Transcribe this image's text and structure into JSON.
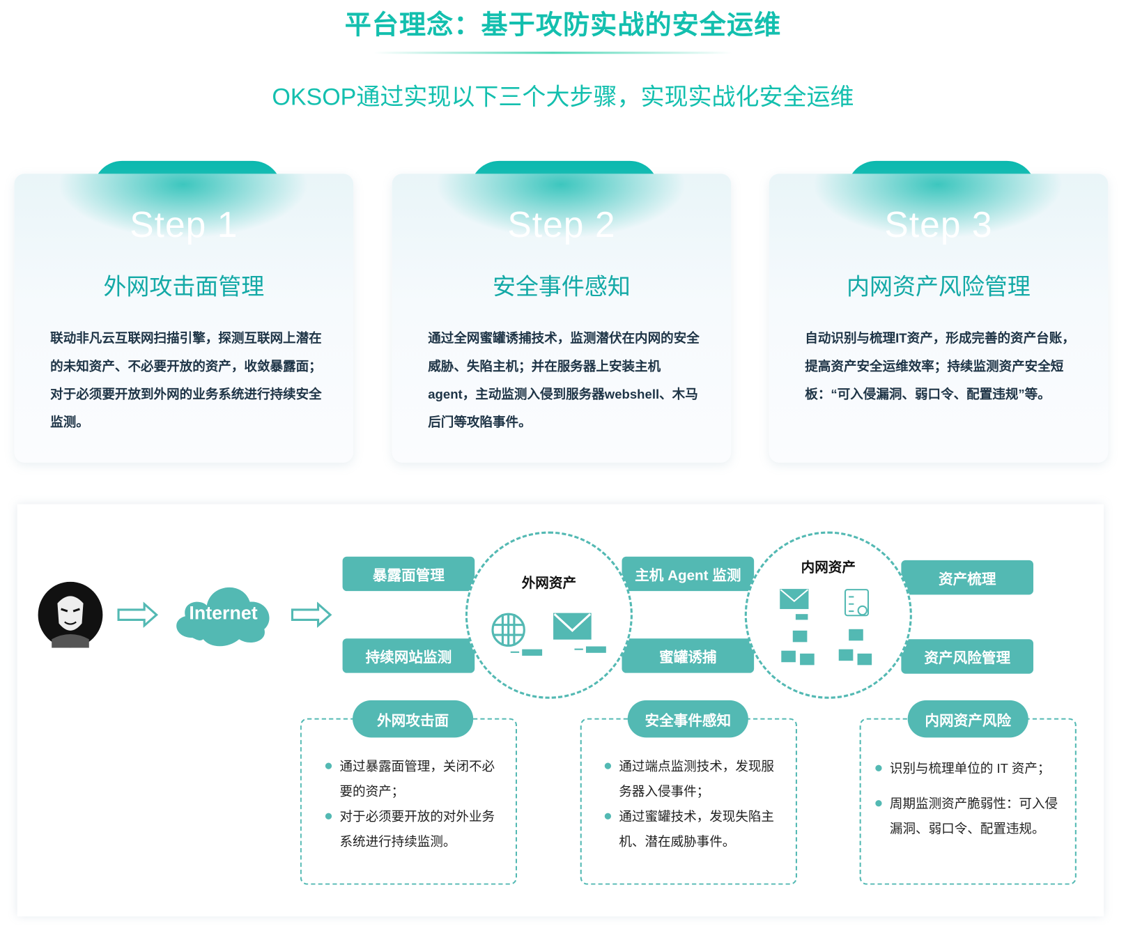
{
  "header": {
    "title": "平台理念：基于攻防实战的安全运维",
    "subtitle": "OKSOP通过实现以下三个大步骤，实现实战化安全运维"
  },
  "steps": [
    {
      "step": "Step 1",
      "heading": "外网攻击面管理",
      "body": "联动非凡云互联网扫描引擎，探测互联网上潜在的未知资产、不必要开放的资产，收敛暴露面；对于必须要开放到外网的业务系统进行持续安全监测。"
    },
    {
      "step": "Step 2",
      "heading": "安全事件感知",
      "body": "通过全网蜜罐诱捕技术，监测潜伏在内网的安全威胁、失陷主机；并在服务器上安装主机agent，主动监测入侵到服务器webshell、木马后门等攻陷事件。"
    },
    {
      "step": "Step 3",
      "heading": "内网资产风险管理",
      "body": "自动识别与梳理IT资产，形成完善的资产台账，提高资产安全运维效率；持续监测资产安全短板：“可入侵漏洞、弱口令、配置违规”等。"
    }
  ],
  "diagram": {
    "internet": "Internet",
    "boxes": [
      "暴露面管理",
      "持续网站监测",
      "主机 Agent 监测",
      "蜜罐诱捕",
      "资产梳理",
      "资产风险管理"
    ],
    "circles": [
      "外网资产",
      "内网资产"
    ],
    "groups": [
      {
        "label": "外网攻击面",
        "bullets": [
          "通过暴露面管理，关闭不必要的资产；",
          "对于必须要开放的对外业务系统进行持续监测。"
        ]
      },
      {
        "label": "安全事件感知",
        "bullets": [
          "通过端点监测技术，发现服务器入侵事件；",
          "通过蜜罐技术，发现失陷主机、潜在威胁事件。"
        ]
      },
      {
        "label": "内网资产风险",
        "bullets": [
          "识别与梳理单位的 IT 资产；",
          "周期监测资产脆弱性：可入侵漏洞、弱口令、配置违规。"
        ]
      }
    ]
  },
  "colors": {
    "accent": "#13bfae",
    "box": "#53b9b3"
  }
}
